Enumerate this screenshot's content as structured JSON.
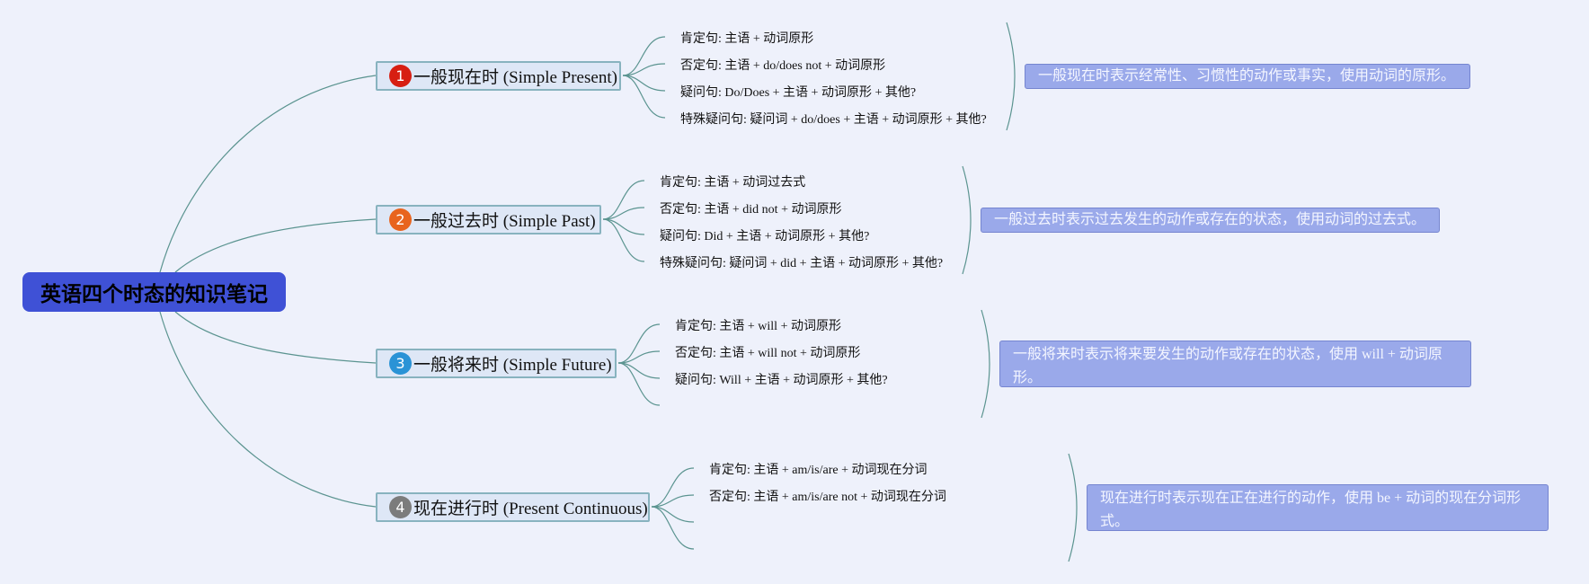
{
  "root": {
    "title": "英语四个时态的知识笔记"
  },
  "colors": {
    "root_bg": "#3f51d6",
    "topic_bg": "#dee7f6",
    "topic_border": "#88b3bf",
    "summary_bg": "#9aa9ea",
    "connector": "#5b9490"
  },
  "topics": [
    {
      "number": "1",
      "badge_color": "#d71f12",
      "label": "一般现在时 (Simple Present)",
      "items": [
        "肯定句: 主语 + 动词原形",
        "否定句: 主语 + do/does not + 动词原形",
        "疑问句: Do/Does + 主语 + 动词原形 + 其他?",
        "特殊疑问句: 疑问词 + do/does + 主语 + 动词原形 + 其他?"
      ],
      "summary": "一般现在时表示经常性、习惯性的动作或事实，使用动词的原形。"
    },
    {
      "number": "2",
      "badge_color": "#e8641e",
      "label": "一般过去时 (Simple Past)",
      "items": [
        "肯定句: 主语 + 动词过去式",
        "否定句: 主语 + did not + 动词原形",
        "疑问句: Did + 主语 + 动词原形 + 其他?",
        "特殊疑问句: 疑问词 + did + 主语 + 动词原形 + 其他?"
      ],
      "summary": "一般过去时表示过去发生的动作或存在的状态，使用动词的过去式。"
    },
    {
      "number": "3",
      "badge_color": "#2a93d6",
      "label": "一般将来时 (Simple Future)",
      "items": [
        "肯定句: 主语 + will + 动词原形",
        "否定句: 主语 + will not + 动词原形",
        "疑问句: Will + 主语 + 动词原形 + 其他?",
        ""
      ],
      "summary": "一般将来时表示将来要发生的动作或存在的状态，使用 will + 动词原形。"
    },
    {
      "number": "4",
      "badge_color": "#7c7c7c",
      "label": "现在进行时 (Present Continuous)",
      "items": [
        "肯定句: 主语 + am/is/are + 动词现在分词",
        "否定句: 主语 + am/is/are not + 动词现在分词",
        "",
        ""
      ],
      "summary": "现在进行时表示现在正在进行的动作，使用 be + 动词的现在分词形式。"
    }
  ]
}
